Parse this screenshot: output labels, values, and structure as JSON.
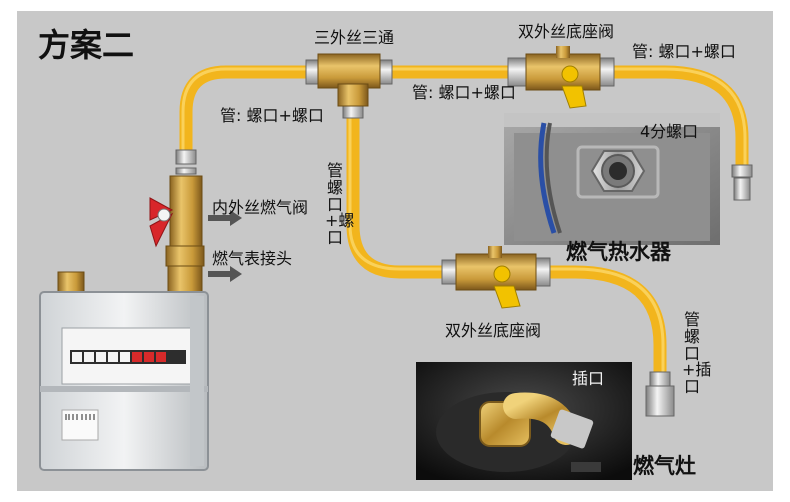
{
  "title": "方案二",
  "labels": {
    "tee": "三外丝三通",
    "valve_top": "双外丝底座阀",
    "pipe_right_top": "管: 螺口+螺口",
    "pipe_left": "管: 螺口+螺口",
    "pipe_mid": "管: 螺口+螺口",
    "pipe_vertical": "管螺口+螺口",
    "inner_outer_valve": "内外丝燃气阀",
    "meter_connector": "燃气表接头",
    "thread_4": "4分螺口",
    "water_heater": "燃气热水器",
    "valve_bottom": "双外丝底座阀",
    "pipe_bottom_right": "管螺口+插口",
    "socket": "插口",
    "stove": "燃气灶"
  },
  "colors": {
    "panel": "#c8c8c8",
    "hose": "#f2b51d",
    "brass": "#c99a3a",
    "valve_handle_red": "#d8262a",
    "valve_handle_yellow": "#f2c200"
  }
}
